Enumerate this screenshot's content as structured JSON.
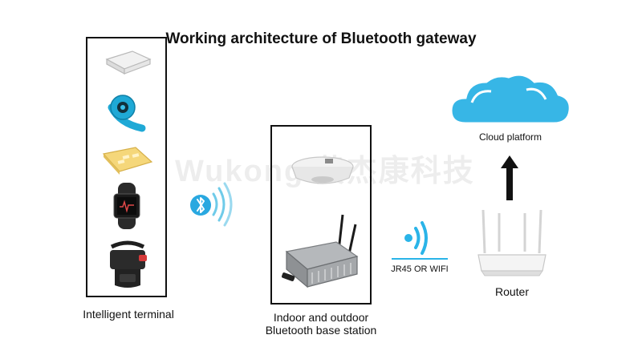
{
  "title": "Working architecture of Bluetooth gateway",
  "watermark": "Wukong 黄杰康科技",
  "terminal": {
    "label": "Intelligent terminal",
    "devices": [
      "beacon-tag",
      "wristband",
      "card-tag",
      "fitness-tracker",
      "ankle-bracelet"
    ]
  },
  "base_station": {
    "label_line1": "Indoor and outdoor",
    "label_line2": "Bluetooth base station"
  },
  "link": {
    "label": "JR45 OR WIFI"
  },
  "router": {
    "label": "Router"
  },
  "cloud": {
    "label": "Cloud platform"
  },
  "colors": {
    "accent": "#2ab4e8",
    "cloud": "#37b6e6",
    "bluetooth": "#29a8e0"
  }
}
